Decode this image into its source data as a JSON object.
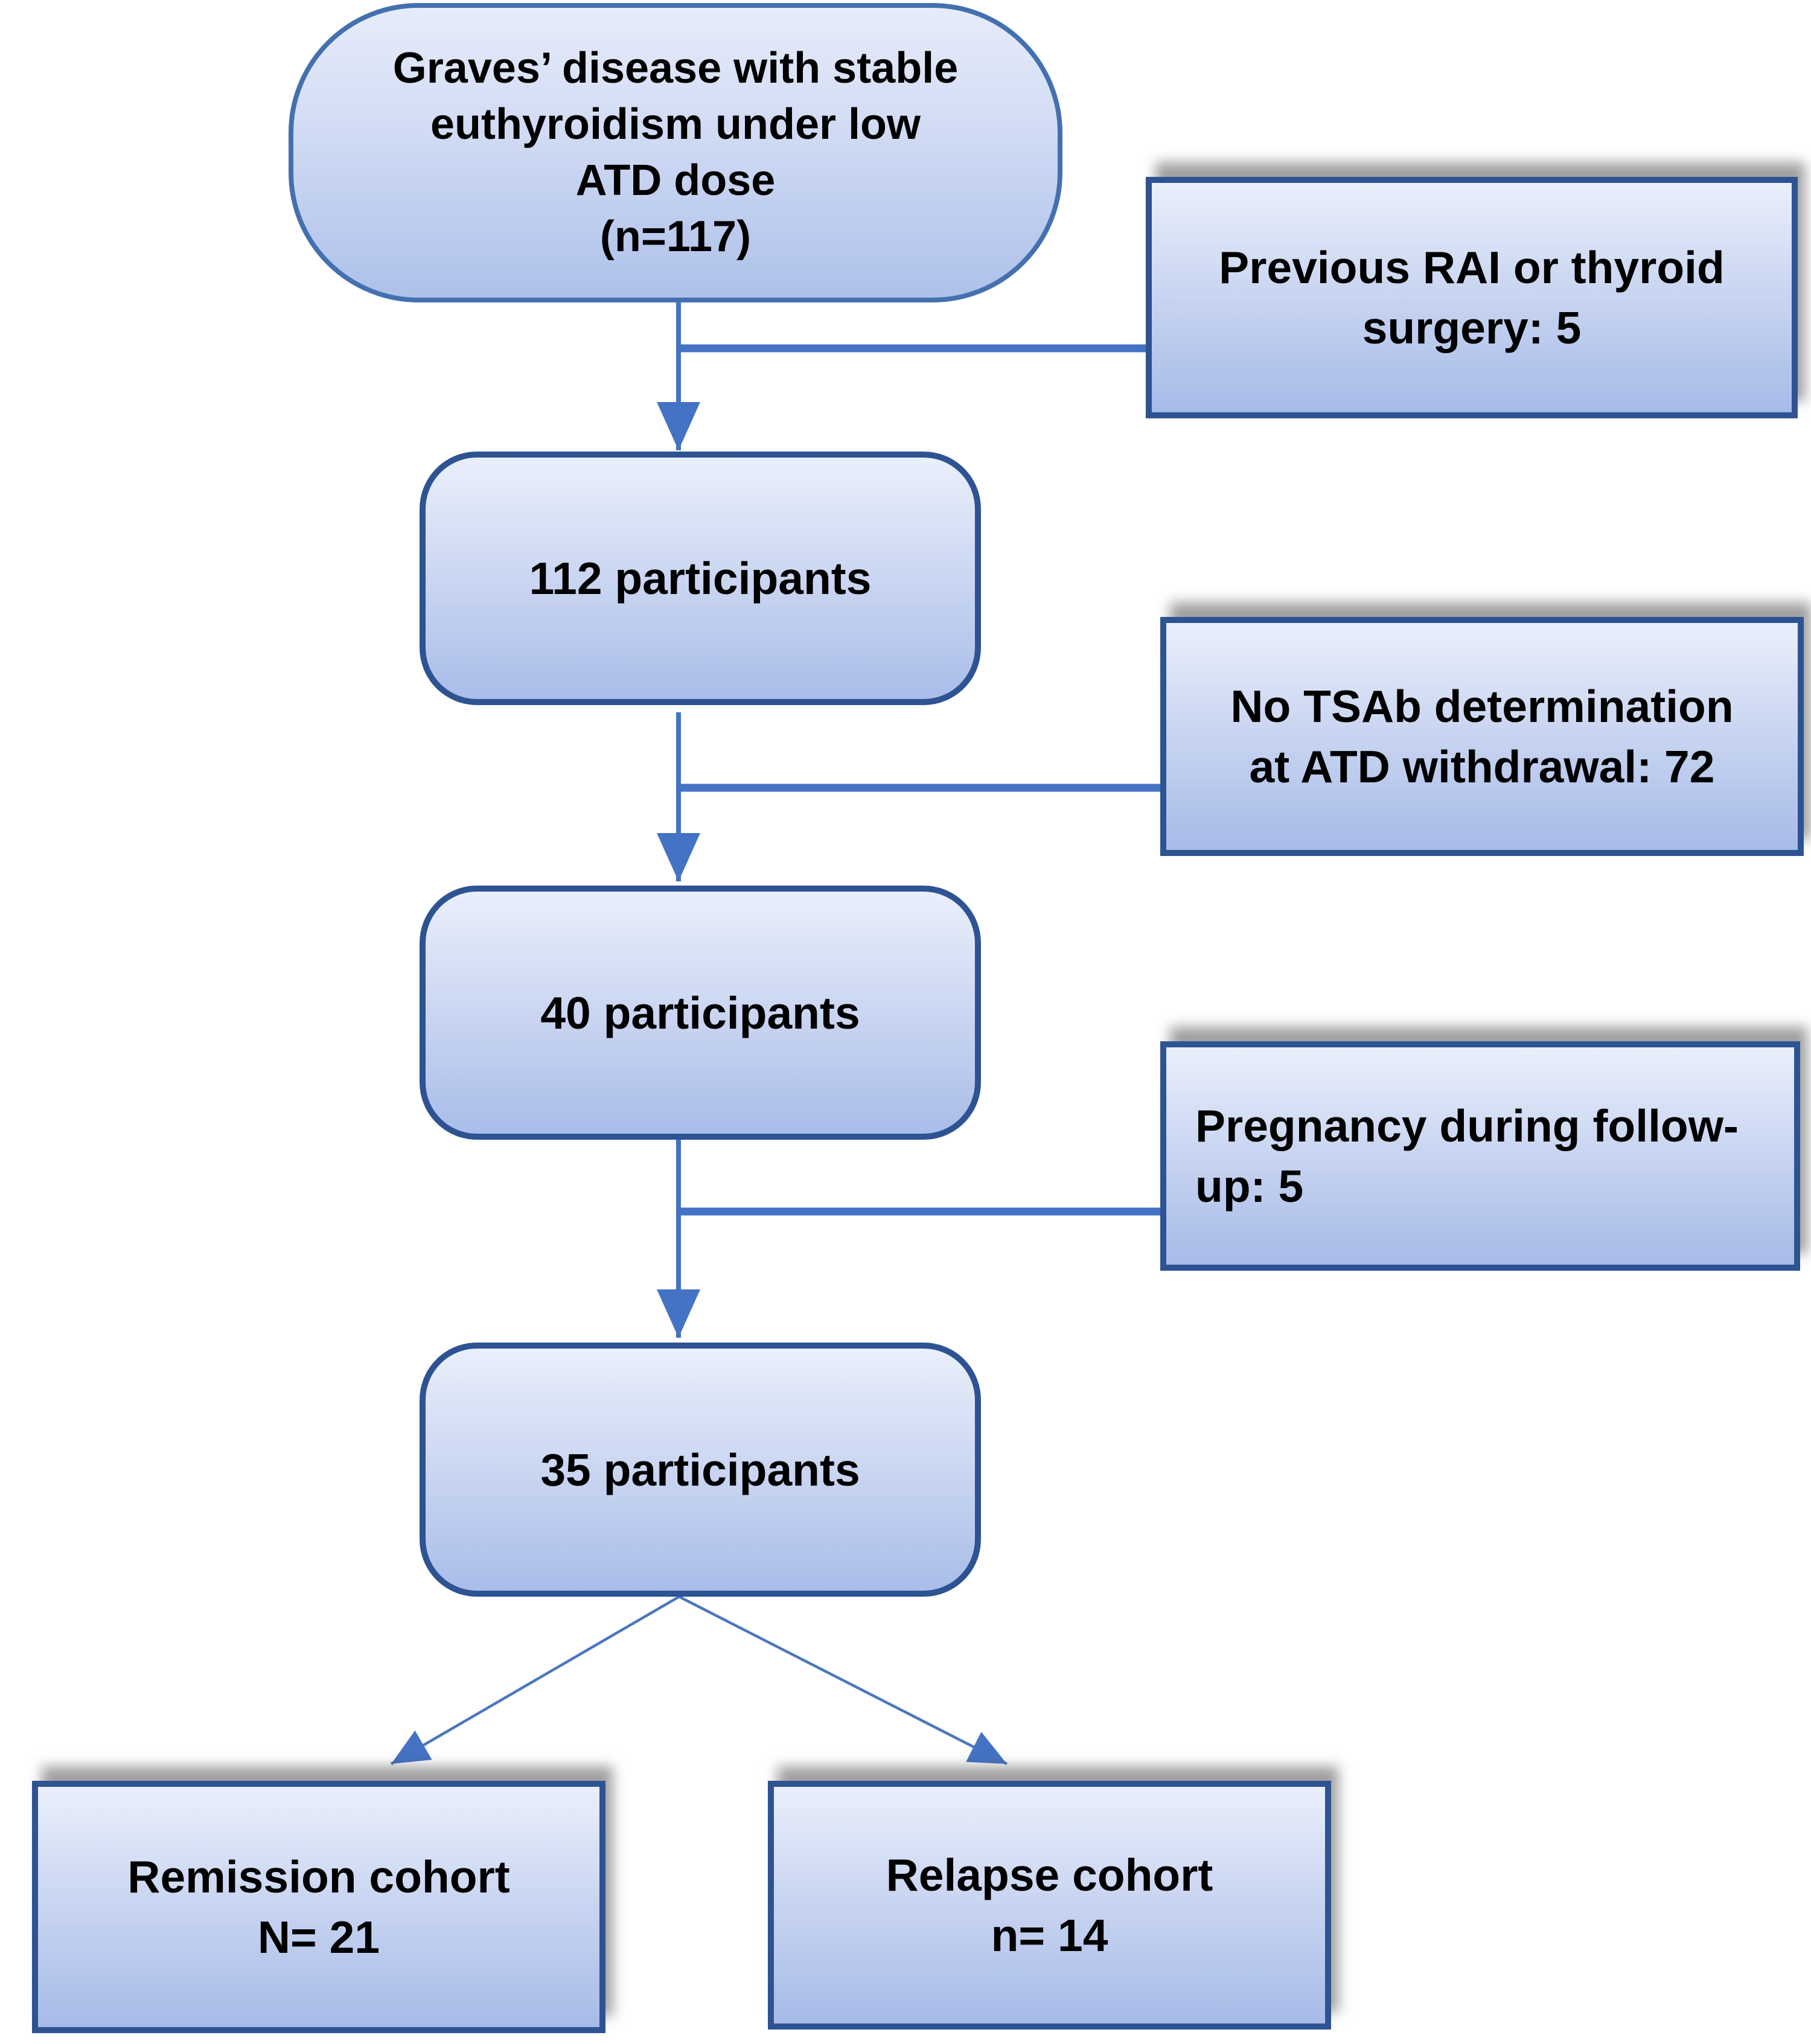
{
  "diagram_type": "flowchart",
  "nodes": {
    "start": {
      "lines": [
        "Graves’ disease with stable",
        "euthyroidism under low",
        "ATD dose",
        "(n=117)"
      ],
      "n": 117
    },
    "excl_rai": {
      "lines": [
        "Previous RAI or thyroid",
        "surgery: 5"
      ],
      "n": 5
    },
    "p112": {
      "lines": [
        "112 participants"
      ],
      "n": 112
    },
    "excl_tsab": {
      "lines": [
        "No TSAb determination",
        "at ATD withdrawal: 72"
      ],
      "n": 72
    },
    "p40": {
      "lines": [
        "40 participants"
      ],
      "n": 40
    },
    "excl_preg": {
      "lines": [
        "Pregnancy during follow-",
        "up: 5"
      ],
      "n": 5
    },
    "p35": {
      "lines": [
        "35 participants"
      ],
      "n": 35
    },
    "remission": {
      "lines": [
        "Remission cohort",
        "N= 21"
      ],
      "n": 21
    },
    "relapse": {
      "lines": [
        "Relapse cohort",
        "n= 14"
      ],
      "n": 14
    }
  },
  "colors": {
    "connector_blue": "#4472C4",
    "box_border_navy": "#2E5393",
    "stadium_border_blue": "#4470B0",
    "fill_light": "#E9EFFB",
    "fill_dark": "#A9BDE9",
    "shadow_gray": "rgba(80,80,80,0.55)",
    "text": "#000000",
    "background": "#FFFFFF"
  }
}
